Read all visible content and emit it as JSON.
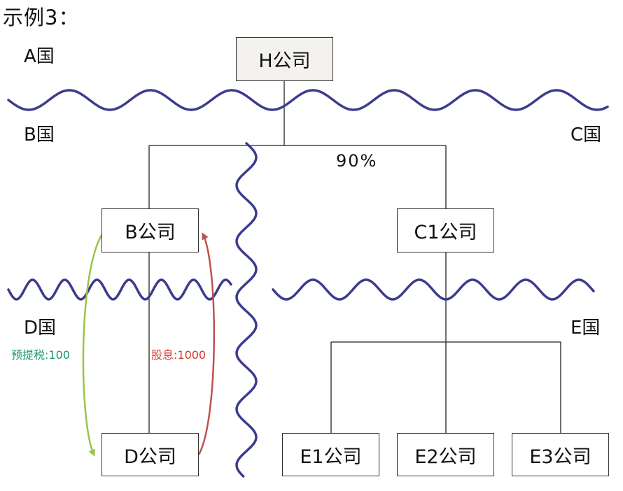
{
  "title": "示例3：",
  "countries": {
    "A": "A国",
    "B": "B国",
    "C": "C国",
    "D": "D国",
    "E": "E国"
  },
  "companies": {
    "H": "H公司",
    "B": "B公司",
    "C1": "C1公司",
    "D": "D公司",
    "E1": "E1公司",
    "E2": "E2公司",
    "E3": "E3公司"
  },
  "ownership_pct": "90%",
  "flows": {
    "withholding_tax": "预提税:100",
    "dividend": "股息:1000"
  },
  "colors": {
    "border_wave": "#3b3b8f",
    "withholding_tax": "#1a9a6a",
    "withholding_arrow": "#9bc34a",
    "dividend": "#d63a2a",
    "dividend_arrow": "#c0504d"
  }
}
